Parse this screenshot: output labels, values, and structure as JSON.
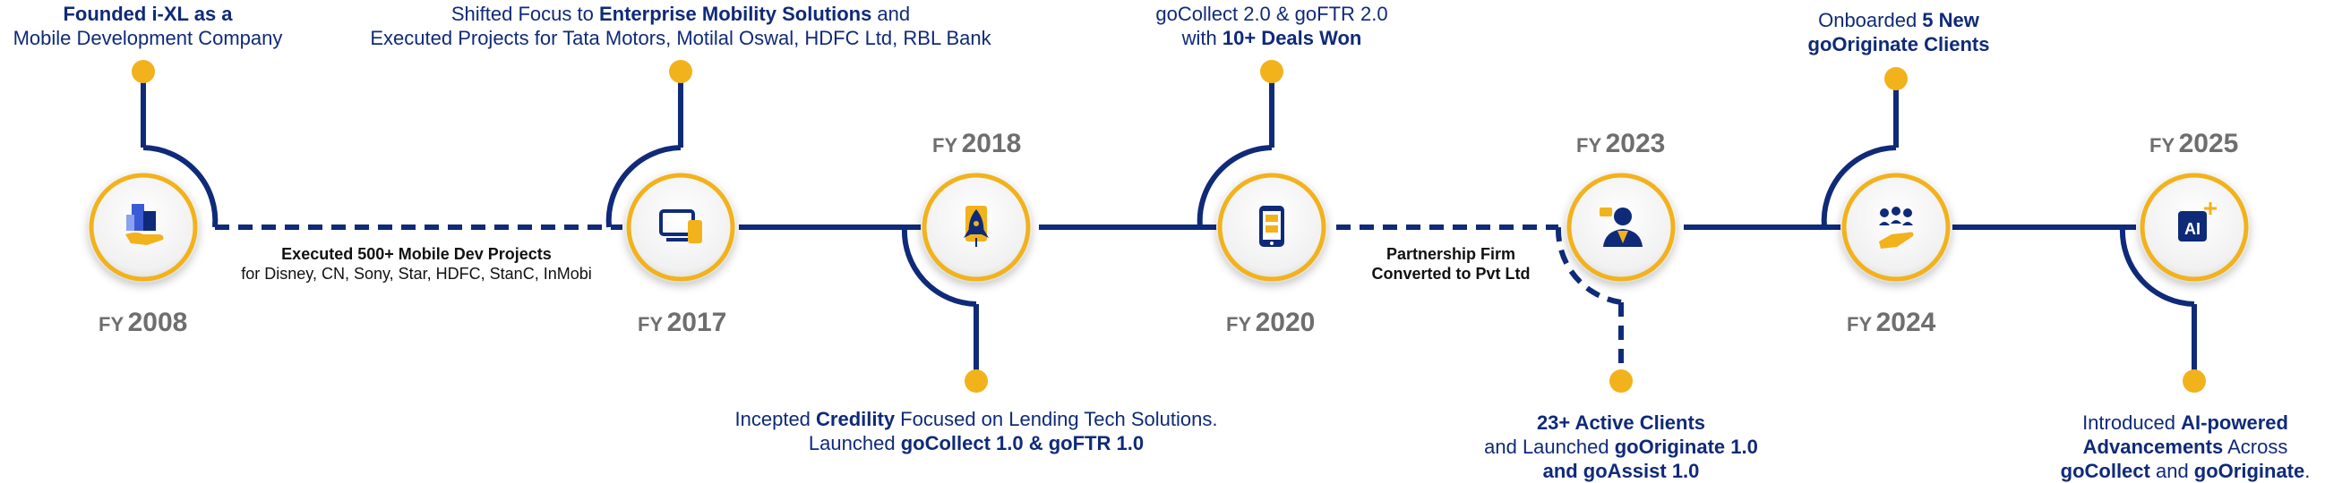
{
  "colors": {
    "navy": "#0f2a78",
    "gold": "#f2b21c",
    "grey": "#6e6e6e",
    "text": "#111111"
  },
  "milestones": [
    {
      "fy": "FY",
      "year": "2008",
      "icon": "buildings-hand-icon",
      "desc_bold": "Founded i-XL as a",
      "desc_line2": "Mobile Development Company"
    },
    {
      "fy": "FY",
      "year": "2017",
      "icon": "devices-icon",
      "desc_line1_pre": "Shifted Focus to ",
      "desc_line1_bold": "Enterprise Mobility Solutions",
      "desc_line1_post": " and",
      "desc_line2": "Executed Projects for Tata Motors, Motilal Oswal, HDFC Ltd, RBL Bank"
    },
    {
      "fy": "FY",
      "year": "2018",
      "icon": "rocket-icon",
      "desc_line1_pre": "Incepted ",
      "desc_line1_bold": "Credility",
      "desc_line1_post": " Focused on Lending Tech Solutions.",
      "desc_line2_pre": "Launched ",
      "desc_line2_bold": "goCollect 1.0 & goFTR 1.0"
    },
    {
      "fy": "FY",
      "year": "2020",
      "icon": "smartphone-icon",
      "desc_line1": "goCollect 2.0 & goFTR 2.0",
      "desc_line2_pre": "with ",
      "desc_line2_bold": "10+ Deals Won"
    },
    {
      "fy": "FY",
      "year": "2023",
      "icon": "user-tie-icon",
      "desc_line1": "23+ Active Clients",
      "desc_line2_pre": "and Launched ",
      "desc_line2_bold": "goOriginate 1.0",
      "desc_line3": "and goAssist 1.0"
    },
    {
      "fy": "FY",
      "year": "2024",
      "icon": "people-hand-icon",
      "desc_line1_pre": "Onboarded ",
      "desc_line1_bold": "5 New",
      "desc_line2": "goOriginate Clients"
    },
    {
      "fy": "FY",
      "year": "2025",
      "icon": "ai-icon",
      "desc_line1_pre": "Introduced ",
      "desc_line1_bold": "AI-powered",
      "desc_line2_bold": "Advancements",
      "desc_line2_post": " Across",
      "desc_line3_bold": "goCollect",
      "desc_line3_mid": " and ",
      "desc_line3_bold2": "goOriginate",
      "desc_line3_post": "."
    }
  ],
  "connectors": {
    "mobile_dev_title": "Executed 500+ Mobile Dev Projects",
    "mobile_dev_clients": "for Disney, CN, Sony, Star, HDFC, StanC, InMobi",
    "partnership_line1": "Partnership Firm",
    "partnership_line2": "Converted to Pvt Ltd"
  }
}
